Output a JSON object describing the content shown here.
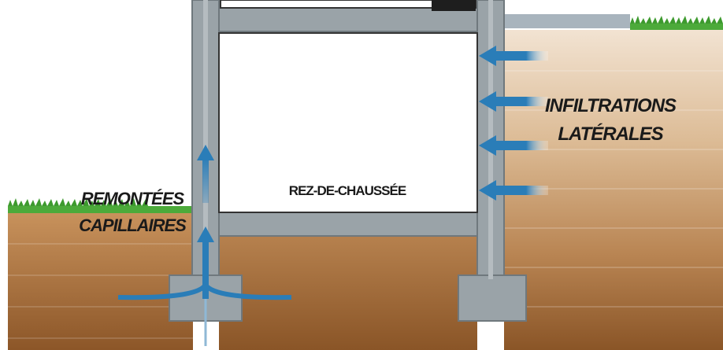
{
  "labels": {
    "ground_floor": "REZ-DE-CHAUSSÉE",
    "lateral_infiltration_line1": "INFILTRATIONS",
    "lateral_infiltration_line2": "LATÉRALES",
    "capillary_rise_line1": "REMONTÉES",
    "capillary_rise_line2": "CAPILLAIRES"
  },
  "colors": {
    "wall": "#9aa3a8",
    "wall_edge": "#6f787d",
    "soil_dark": "#8e5a2a",
    "soil_light": "#e8d6c0",
    "grass": "#4caa3a",
    "arrow": "#2a7db8",
    "room": "#ffffff"
  },
  "icons": {
    "lateral_arrows": "arrow-left-icon",
    "capillary_arrows": "arrow-up-icon",
    "grass": "grass-icon"
  }
}
